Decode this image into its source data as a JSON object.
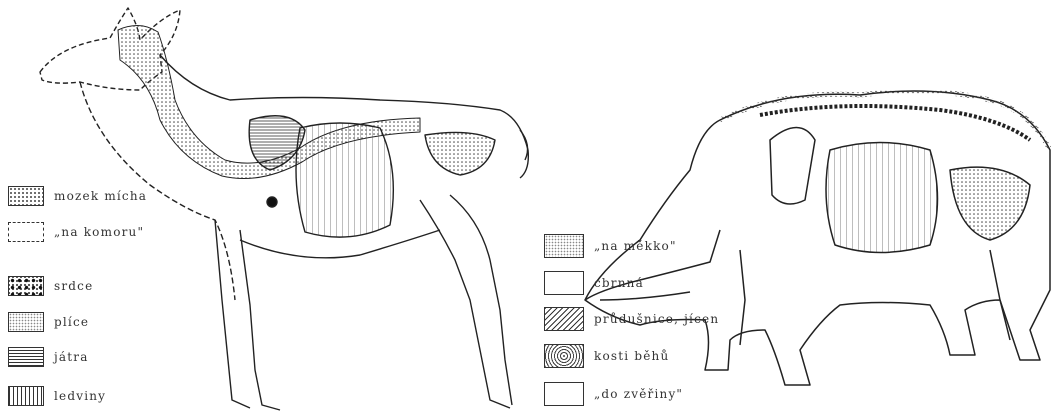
{
  "left_legend": [
    {
      "pattern": "dots",
      "label": "mozek mícha"
    },
    {
      "pattern": "dashed",
      "label": "„na komoru\""
    },
    {
      "pattern": "heart",
      "label": "srdce"
    },
    {
      "pattern": "fine",
      "label": "plíce"
    },
    {
      "pattern": "hlines",
      "label": "játra"
    },
    {
      "pattern": "vlines",
      "label": "ledviny"
    }
  ],
  "right_legend": [
    {
      "pattern": "fine",
      "label": "„na měkko\""
    },
    {
      "pattern": "plain",
      "label": "cbrnná"
    },
    {
      "pattern": "hatch",
      "label": "průdušnice, jícen"
    },
    {
      "pattern": "wavy",
      "label": "kosti běhů"
    },
    {
      "pattern": "plain",
      "label": "„do zvěřiny\""
    }
  ],
  "colors": {
    "ink": "#222222",
    "paper": "#ffffff"
  }
}
